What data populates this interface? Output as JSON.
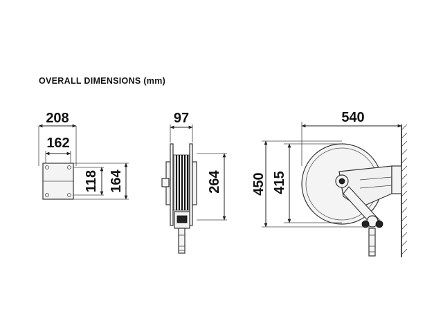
{
  "title": "OVERALL DIMENSIONS (mm)",
  "dimensions": {
    "front_width_outer": "208",
    "front_width_inner": "162",
    "front_height_inner": "118",
    "front_height_outer": "164",
    "side_width": "97",
    "side_height": "264",
    "view_length": "540",
    "view_height_outer": "450",
    "view_height_inner": "415"
  }
}
